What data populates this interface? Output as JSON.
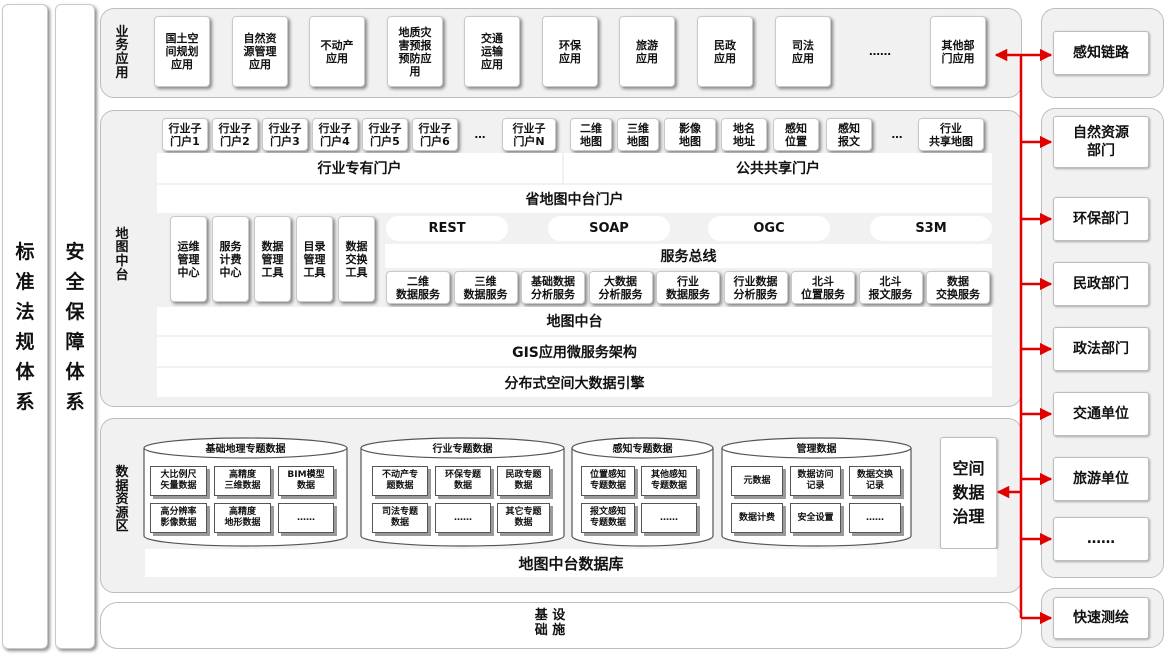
{
  "left_columns": {
    "standards": [
      "标",
      "准",
      "法",
      "规",
      "体",
      "系"
    ],
    "security": [
      "安",
      "全",
      "保",
      "障",
      "体",
      "系"
    ]
  },
  "business": {
    "label": [
      "业",
      "务",
      "应",
      "用"
    ],
    "apps": [
      "国土空\n间规划\n应用",
      "自然资\n源管理\n应用",
      "不动产\n应用",
      "地质灾\n害预报\n预防应\n用",
      "交通\n运输\n应用",
      "环保\n应用",
      "旅游\n应用",
      "民政\n应用",
      "司法\n应用",
      "……",
      "其他部\n门应用"
    ]
  },
  "map_platform": {
    "label": [
      "地",
      "图",
      "中",
      "台"
    ],
    "industry_portals": [
      "行业子\n门户1",
      "行业子\n门户2",
      "行业子\n门户3",
      "行业子\n门户4",
      "行业子\n门户5",
      "行业子\n门户6",
      "…",
      "行业子\n门户N"
    ],
    "public_portals": [
      "二维\n地图",
      "三维\n地图",
      "影像\n地图",
      "地名\n地址",
      "感知\n位置",
      "感知\n报文",
      "…",
      "行业\n共享地图"
    ],
    "industry_portal_label": "行业专有门户",
    "public_portal_label": "公共共享门户",
    "province_portal": "省地图中台门户",
    "tools": [
      "运维\n管理\n中心",
      "服务\n计费\n中心",
      "数据\n管理\n工具",
      "目录\n管理\n工具",
      "数据\n交换\n工具"
    ],
    "protocols": [
      "REST",
      "SOAP",
      "OGC",
      "S3M"
    ],
    "service_bus": "服务总线",
    "services": [
      "二维\n数据服务",
      "三维\n数据服务",
      "基础数据\n分析服务",
      "大数据\n分析服务",
      "行业\n数据服务",
      "行业数据\n分析服务",
      "北斗\n位置服务",
      "北斗\n报文服务",
      "数据\n交换服务"
    ],
    "layers": [
      "地图中台",
      "GIS应用微服务架构",
      "分布式空间大数据引擎"
    ]
  },
  "data_zone": {
    "label": [
      "数",
      "据",
      "资",
      "源",
      "区"
    ],
    "groups": [
      {
        "title": "基础地理专题数据",
        "cells": [
          "大比例尺\n矢量数据",
          "高精度\n三维数据",
          "BIM模型\n数据",
          "高分辨率\n影像数据",
          "高精度\n地形数据",
          "……"
        ]
      },
      {
        "title": "行业专题数据",
        "cells": [
          "不动产专\n题数据",
          "环保专题\n数据",
          "民政专题\n数据",
          "司法专题\n数据",
          "……",
          "其它专题\n数据"
        ]
      },
      {
        "title": "感知专题数据",
        "cells": [
          "位置感知\n专题数据",
          "其他感知\n专题数据",
          "报文感知\n专题数据",
          "……"
        ]
      },
      {
        "title": "管理数据",
        "cells": [
          "元数据",
          "数据访问\n记录",
          "数据交换\n记录",
          "数据计费",
          "安全设置",
          "……"
        ]
      }
    ],
    "governance": [
      "空间",
      "数据",
      "治理"
    ],
    "database": "地图中台数据库"
  },
  "infrastructure": [
    "基",
    "础",
    "设",
    "施"
  ],
  "right_column": {
    "perception": "感知链路",
    "departments": [
      "自然资源\n部门",
      "环保部门",
      "民政部门",
      "政法部门",
      "交通单位",
      "旅游单位",
      "……"
    ],
    "survey": "快速测绘"
  },
  "colors": {
    "arrow": "#e00000",
    "panel": "#f1f1f1",
    "border": "#bdbdbd"
  }
}
